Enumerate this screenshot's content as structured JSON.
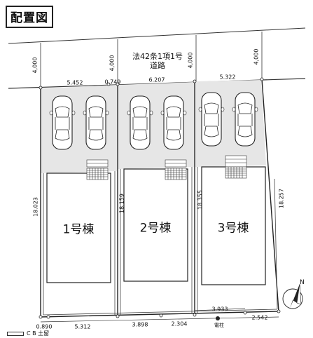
{
  "title": "配置図",
  "road": {
    "line1": "法42条1項1号",
    "line2": "道路"
  },
  "dimensions": {
    "road_width_1": "4,000",
    "road_width_2": "4,000",
    "road_width_3": "4,000",
    "road_width_4": "4,000",
    "top_1": "5.452",
    "top_2": "0.749",
    "top_3": "6.207",
    "top_4": "5.322",
    "side_1": "18.023",
    "side_2": "18.159",
    "side_3": "18.355",
    "side_4": "18.257",
    "bottom_1": "0.890",
    "bottom_2": "5.312",
    "bottom_3": "3.898",
    "bottom_4": "2.304",
    "bottom_5": "3.933",
    "bottom_6": "2.542"
  },
  "houses": [
    "1号棟",
    "2号棟",
    "3号棟"
  ],
  "pole_label": "電柱",
  "north_label": "N",
  "legend": "C B 土留"
}
